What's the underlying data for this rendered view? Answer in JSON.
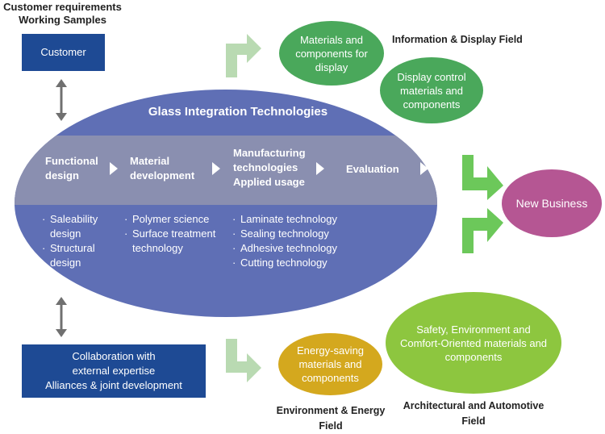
{
  "header": {
    "line1": "Customer requirements",
    "line2": "Working Samples"
  },
  "customer_box": {
    "label": "Customer"
  },
  "collab_box": {
    "line1": "Collaboration with",
    "line2": "external expertise",
    "line3": "Alliances & joint development"
  },
  "core": {
    "title": "Glass Integration Technologies",
    "steps": [
      {
        "line1": "Functional",
        "line2": "design",
        "line3": ""
      },
      {
        "line1": "Material",
        "line2": "development",
        "line3": ""
      },
      {
        "line1": "Manufacturing",
        "line2": "technologies",
        "line3": "Applied usage"
      },
      {
        "line1": "Evaluation",
        "line2": "",
        "line3": ""
      }
    ],
    "col1": [
      "Saleability",
      "design",
      "Structural",
      "design"
    ],
    "col2": [
      "Polymer science",
      "Surface treatment",
      "technology"
    ],
    "col3": [
      "Laminate technology",
      "Sealing technology",
      "Adhesive technology",
      "Cutting technology"
    ]
  },
  "info_display": {
    "field_label": "Information & Display Field",
    "circle1": {
      "line1": "Materials and",
      "line2": "components for",
      "line3": "display"
    },
    "circle2": {
      "line1": "Display control",
      "line2": "materials and",
      "line3": "components"
    }
  },
  "new_business": {
    "label": "New Business"
  },
  "environment": {
    "circle": {
      "line1": "Energy-saving",
      "line2": "materials and",
      "line3": "components"
    },
    "field_line1": "Environment & Energy",
    "field_line2": "Field"
  },
  "architectural": {
    "circle": {
      "line1": "Safety, Environment and",
      "line2": "Comfort-Oriented materials and",
      "line3": "components"
    },
    "field_line1": "Architectural and Automotive",
    "field_line2": "Field"
  },
  "colors": {
    "navy": "#1e4a94",
    "ellipse": "#5f6fb5",
    "band": "#8a8fb0",
    "dark_green": "#4aa85b",
    "lime_green": "#8dc63f",
    "mustard": "#d4a81e",
    "magenta": "#b55693",
    "arrow_bright": "#6cc85a",
    "arrow_light": "#b9dab2",
    "connector": "#707070"
  }
}
